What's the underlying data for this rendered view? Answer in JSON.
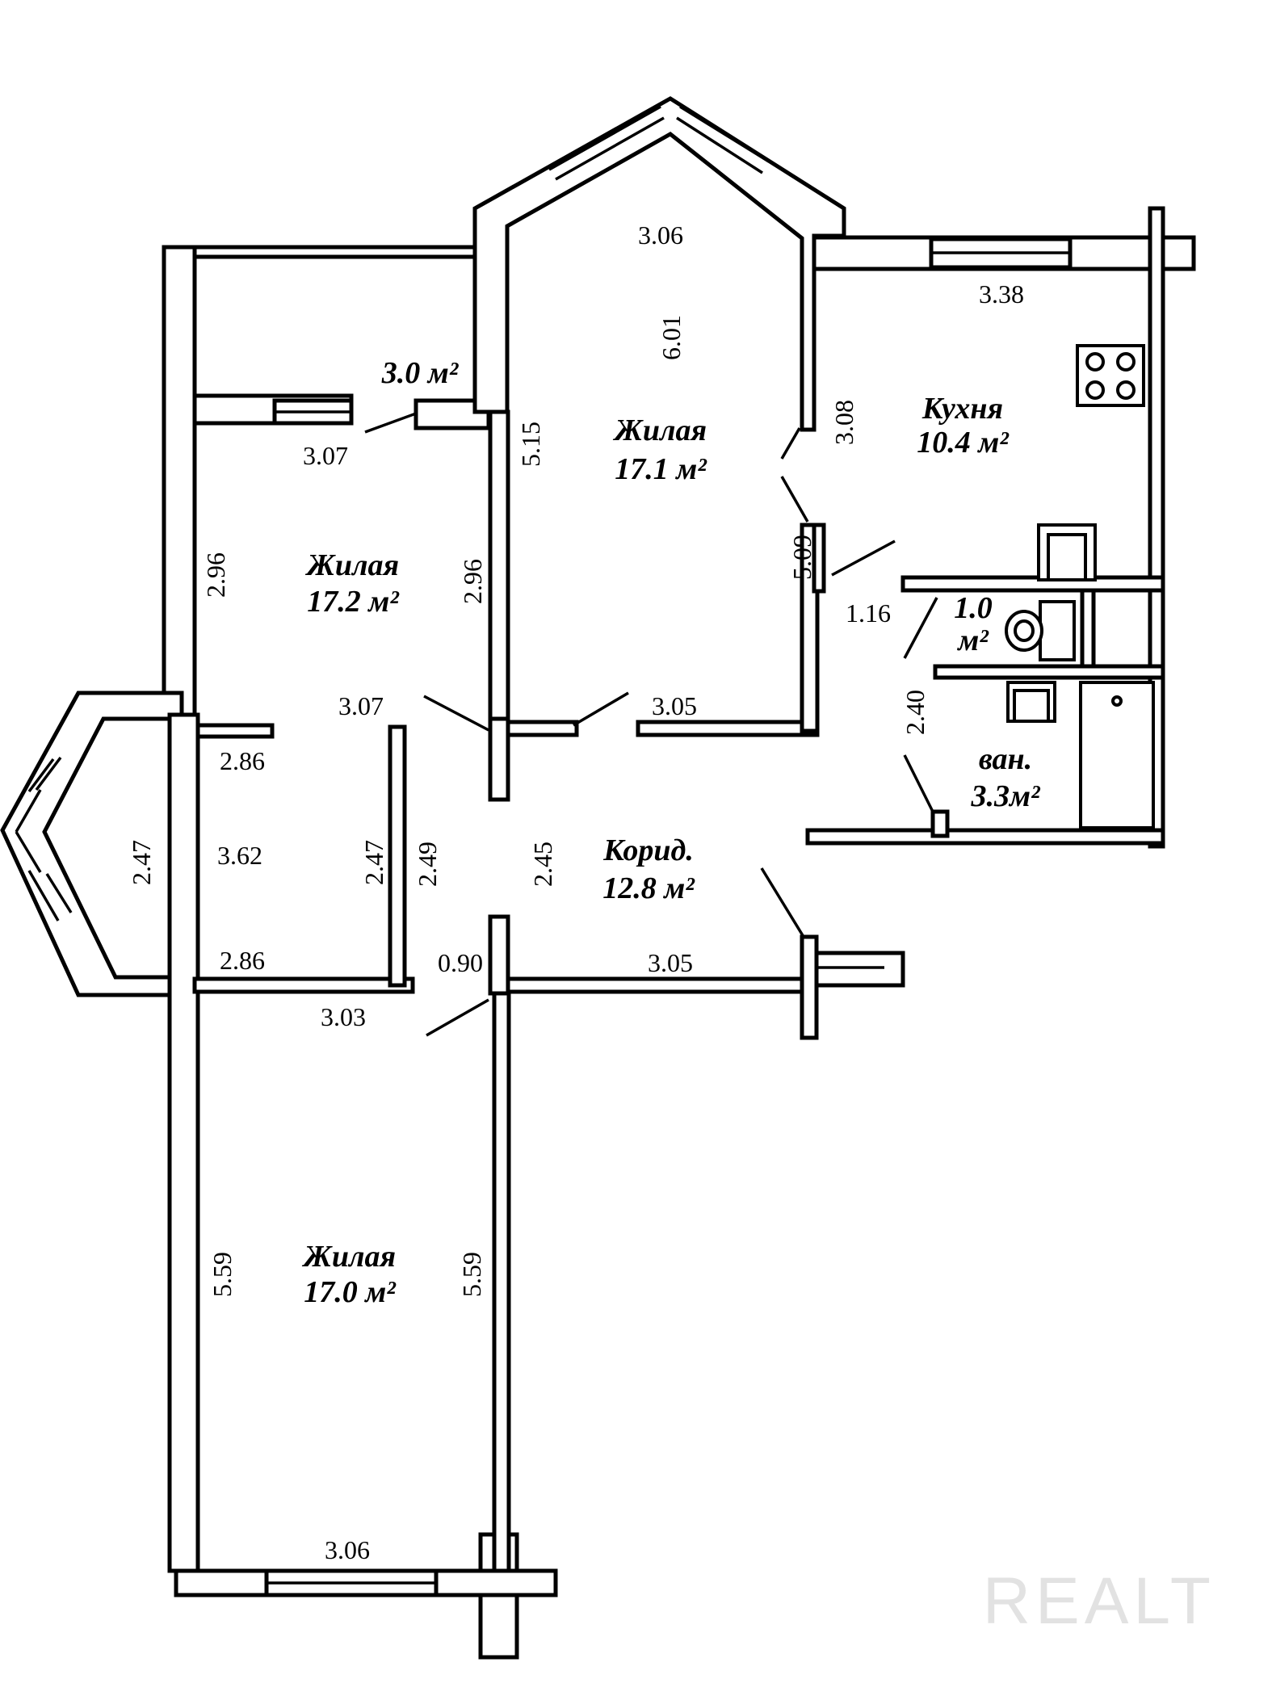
{
  "rooms": {
    "living_top": {
      "name": "Жилая",
      "area": "17.1 м²"
    },
    "kitchen": {
      "name": "Кухня",
      "area": "10.4 м²"
    },
    "living_left": {
      "name": "Жилая",
      "area": "17.2 м²"
    },
    "balcony": {
      "area": "3.0 м²"
    },
    "wc": {
      "area_num": "1.0",
      "unit": "м²"
    },
    "bath": {
      "name": "ван.",
      "area": "3.3м²"
    },
    "corridor": {
      "name": "Корид.",
      "area": "12.8 м²"
    },
    "living_bottom": {
      "name": "Жилая",
      "area": "17.0 м²"
    }
  },
  "dimensions": {
    "living_top_width": "3.06",
    "living_top_depth": "6.01",
    "living_top_left": "5.15",
    "living_top_right": "5.09",
    "living_top_bottom": "3.05",
    "kitchen_width": "3.38",
    "kitchen_depth": "3.08",
    "balcony_width": "3.07",
    "living_left_left": "2.96",
    "living_left_right": "2.96",
    "living_left_bottom": "3.07",
    "wc_width": "1.16",
    "bath_depth": "2.40",
    "bay_top": "2.86",
    "bay_left": "2.47",
    "bay_center": "3.62",
    "bay_right": "2.47",
    "bay_bottom": "2.86",
    "corridor_left": "2.49",
    "corridor_depth": "2.45",
    "door_width": "0.90",
    "corridor_bottom": "3.05",
    "living_bottom_top": "3.03",
    "living_bottom_left": "5.59",
    "living_bottom_right": "5.59",
    "living_bottom_width": "3.06"
  },
  "watermark": "REALT"
}
